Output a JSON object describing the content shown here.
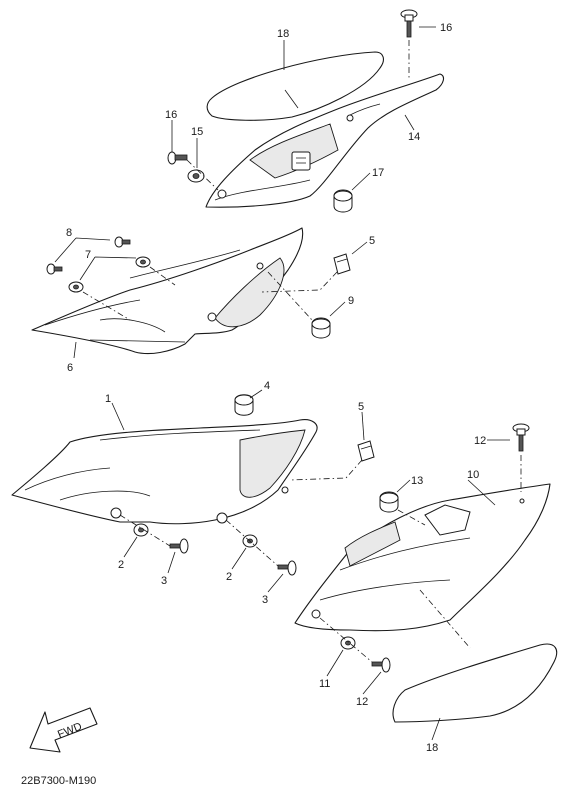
{
  "callouts": {
    "c1": "1",
    "c2a": "2",
    "c2b": "2",
    "c3a": "3",
    "c3b": "3",
    "c4": "4",
    "c5a": "5",
    "c5b": "5",
    "c6": "6",
    "c7": "7",
    "c8": "8",
    "c9": "9",
    "c10": "10",
    "c11": "11",
    "c12a": "12",
    "c12b": "12",
    "c13": "13",
    "c14": "14",
    "c15": "15",
    "c16a": "16",
    "c16b": "16",
    "c17": "17",
    "c18a": "18",
    "c18b": "18"
  },
  "fwd_label": "FWD",
  "diagram_code": "22B7300-M190"
}
